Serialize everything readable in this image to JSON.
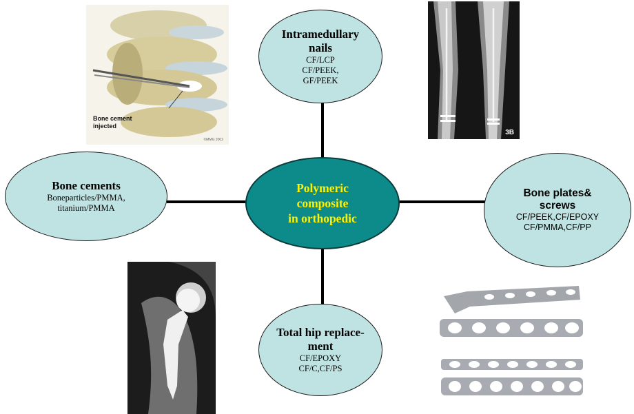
{
  "center": {
    "lines": [
      "Polymeric",
      "composite",
      "in orthopedic"
    ]
  },
  "top": {
    "title_lines": [
      "Intramedullary",
      "nails"
    ],
    "items": [
      "CF/LCP",
      "CF/PEEK,",
      "GF/PEEK"
    ]
  },
  "left": {
    "title_lines": [
      "Bone cements"
    ],
    "items": [
      "Boneparticles/PMMA,",
      "titanium/PMMA"
    ]
  },
  "right": {
    "title_lines": [
      "Bone plates&",
      "screws"
    ],
    "items": [
      "CF/PEEK,CF/EPOXY",
      "CF/PMMA,CF/PP"
    ]
  },
  "bottom": {
    "title_lines": [
      "Total hip replace-",
      "ment"
    ],
    "items": [
      "CF/EPOXY",
      "CF/C,CF/PS"
    ]
  },
  "images": {
    "spine": {
      "caption_lines": [
        "Bone cement",
        "injected"
      ],
      "credit": "©MMG 2002"
    },
    "xray_tibia": {
      "label": "3B"
    }
  },
  "colors": {
    "center_fill": "#0d8a8a",
    "center_text": "#fff200",
    "leaf_fill": "#bfe3e3"
  }
}
